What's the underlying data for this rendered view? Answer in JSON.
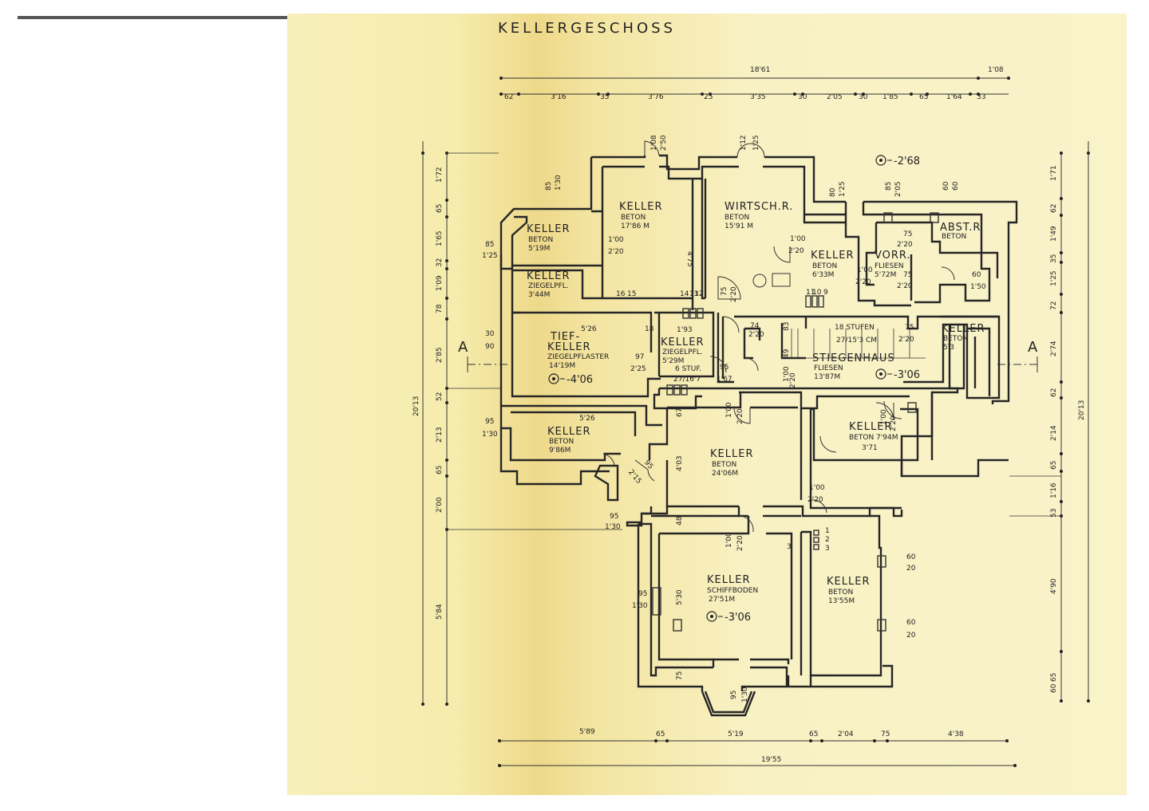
{
  "title": "KELLERGESCHOSS",
  "section_marker": "A",
  "rooms": [
    {
      "id": "keller-beton-17",
      "name": "KELLER",
      "material": "BETON",
      "area": "17'86 M"
    },
    {
      "id": "wirtsch",
      "name": "WIRTSCH.R.",
      "material": "BETON",
      "area": "15'91 M"
    },
    {
      "id": "keller-beton-5",
      "name": "KELLER",
      "material": "BETON",
      "area": "5'19M"
    },
    {
      "id": "keller-ziegel-3",
      "name": "KELLER",
      "material": "ZIEGELPFL.",
      "area": "3'44M"
    },
    {
      "id": "tiefkeller",
      "name": "TIEF-",
      "name2": "KELLER",
      "material": "ZIEGELPFLASTER",
      "area": "14'19M"
    },
    {
      "id": "keller-ziegel-5",
      "name": "KELLER",
      "material": "ZIEGELPFL.",
      "area": "5'29M"
    },
    {
      "id": "keller-6",
      "name": "KELLER",
      "material": "BETON",
      "area": "6'33M"
    },
    {
      "id": "vorr",
      "name": "VORR.",
      "material": "FLIESEN",
      "area": "5'72M"
    },
    {
      "id": "abstr",
      "name": "ABST.R",
      "material": "BETON"
    },
    {
      "id": "stiegenhaus",
      "name": "STIEGENHAUS",
      "material": "FLIESEN",
      "area": "13'87M"
    },
    {
      "id": "keller-right",
      "name": "KELLER",
      "material": "BETON",
      "area": "5'3"
    },
    {
      "id": "keller-794",
      "name": "KELLER",
      "material": "BETON 7'94M",
      "extra": "3'71"
    },
    {
      "id": "keller-986",
      "name": "KELLER",
      "material": "BETON",
      "area": "9'86M"
    },
    {
      "id": "keller-24",
      "name": "KELLER",
      "material": "BETON",
      "area": "24'06M"
    },
    {
      "id": "keller-schiff",
      "name": "KELLER",
      "material": "SCHIFFBODEN",
      "area": "27'51M"
    },
    {
      "id": "keller-13",
      "name": "KELLER",
      "material": "BETON",
      "area": "13'55M"
    }
  ],
  "levels": [
    "-2'68",
    "-4'06",
    "-3'06",
    "-3'06"
  ],
  "stairs": [
    {
      "line1": "18 STUFEN",
      "line2": "27/15'3 CM"
    },
    {
      "line1": "6 STUF.",
      "line2": "27/16'7"
    }
  ],
  "top_dims": {
    "total": "18'61",
    "extra": "1'08",
    "segments": [
      "62",
      "3'16",
      "35",
      "3'76",
      "25",
      "3'35",
      "30",
      "2'05",
      "30",
      "1'85",
      "65",
      "1'64",
      "33"
    ]
  },
  "bottom_dims": {
    "total": "19'55",
    "segments": [
      "5'89",
      "65",
      "5'19",
      "65",
      "2'04",
      "75",
      "4'38"
    ]
  },
  "left_dims": {
    "total": "20'13",
    "segments": [
      "1'72",
      "65",
      "1'65",
      "32",
      "1'09",
      "78",
      "2'85",
      "52",
      "2'13",
      "65",
      "2'00",
      "5'84"
    ]
  },
  "right_dims": {
    "total": "20'13",
    "segments": [
      "1'71",
      "62",
      "1'49",
      "35",
      "1'25",
      "72",
      "2'74",
      "62",
      "2'14",
      "65",
      "1'16",
      "53",
      "4'90",
      "65",
      "60"
    ]
  },
  "opening_dims": [
    "1'08",
    "2'50",
    "1'12",
    "1'25",
    "85",
    "1'30",
    "80",
    "1'25",
    "85",
    "2'05",
    "60",
    "60",
    "85",
    "1'25",
    "1'00",
    "2'20",
    "4'75",
    "1'00",
    "2'20",
    "75",
    "2'20",
    "1'00",
    "2'20",
    "75",
    "2'20",
    "60",
    "1'50",
    "16",
    "15",
    "14",
    "13",
    "12",
    "11",
    "10",
    "9",
    "75",
    "2'20",
    "5'26",
    "18",
    "1'93",
    "74",
    "2'20",
    "83",
    "75",
    "2'20",
    "30",
    "90",
    "97",
    "2'25",
    "95",
    "1'67",
    "49",
    "1'00",
    "2'20",
    "1'00",
    "2'20",
    "95",
    "1'30",
    "5'26",
    "67",
    "4'03",
    "1'00",
    "2'20",
    "95",
    "2'15",
    "1'00",
    "2'20",
    "95",
    "1'30",
    "48",
    "1'00",
    "2'20",
    "1",
    "2",
    "3",
    "3",
    "60",
    "20",
    "60",
    "20",
    "95",
    "1'30",
    "5'30",
    "75",
    "95",
    "1'30"
  ]
}
